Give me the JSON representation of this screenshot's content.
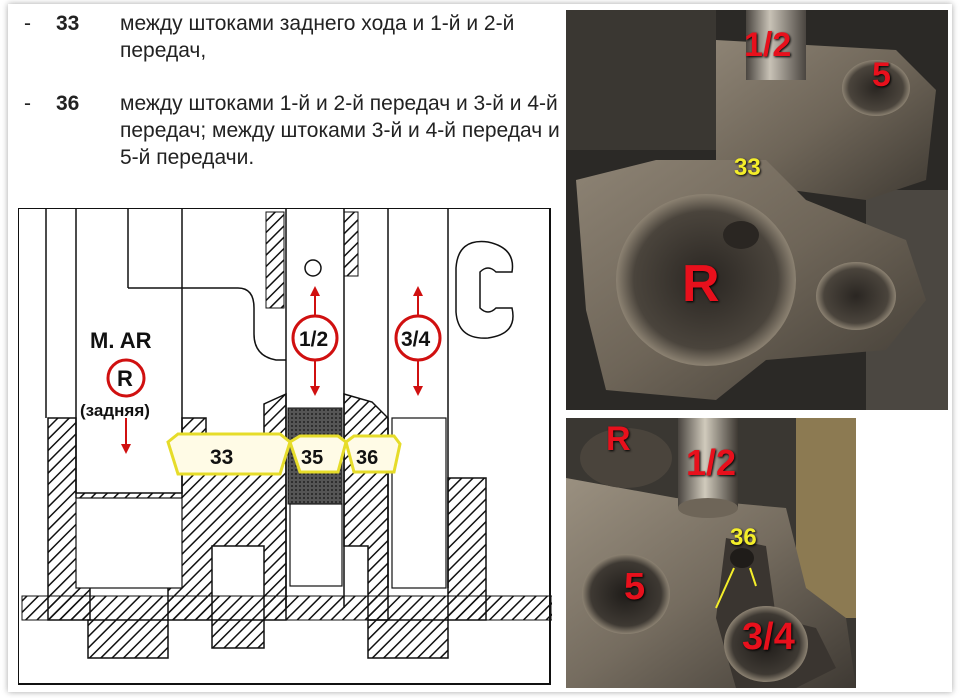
{
  "items": [
    {
      "bullet": "-",
      "num": "33",
      "text": "между штоками заднего хода и 1-й и 2-й передач,"
    },
    {
      "bullet": "-",
      "num": "36",
      "text": "между штоками 1-й и 2-й передач и 3-й и 4-й передач; между штоками 3-й и 4-й передач и 5-й передачи."
    }
  ],
  "diagram": {
    "label_mar": "M. AR",
    "label_r": "R",
    "label_zadnyaya": "(задняя)",
    "label_12": "1/2",
    "label_34": "3/4",
    "box_33": "33",
    "box_35": "35",
    "box_36": "36"
  },
  "photo_top": {
    "label_12": "1/2",
    "label_5": "5",
    "label_33": "33",
    "label_r": "R"
  },
  "photo_bottom": {
    "label_r": "R",
    "label_12": "1/2",
    "label_36": "36",
    "label_5": "5",
    "label_34": "3/4"
  },
  "colors": {
    "annotation_red": "#e8101c",
    "annotation_yellow": "#f4ee2a",
    "highlight_box": "#e6dc2a"
  }
}
